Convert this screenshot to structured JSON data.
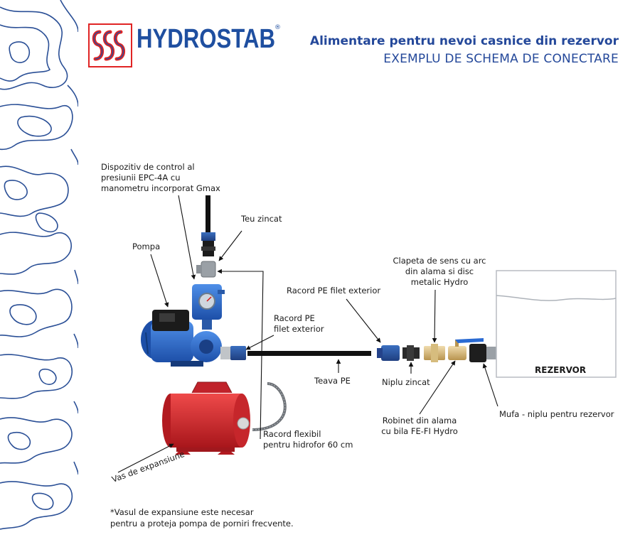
{
  "brand": {
    "name": "HYDROSTAB",
    "registered": "®",
    "accent_blue": "#1f4fa0",
    "accent_red": "#e02424"
  },
  "header": {
    "title": "Alimentare pentru nevoi casnice din rezervor",
    "subtitle": "EXEMPLU DE SCHEMA DE CONECTARE"
  },
  "labels": {
    "control_device": [
      "Dispozitiv de control al",
      "presiunii EPC-4A cu",
      "manometru incorporat Gmax"
    ],
    "tee": "Teu zincat",
    "pump": "Pompa",
    "racord_pe_left": [
      "Racord PE",
      "filet exterior"
    ],
    "racord_pe_right": "Racord PE filet exterior",
    "check_valve": [
      "Clapeta de sens cu arc",
      "din alama si disc",
      "metalic Hydro"
    ],
    "pe_pipe": "Teava PE",
    "nipple": "Niplu zincat",
    "ball_valve": [
      "Robinet din alama",
      "cu bila FE-FI Hydro"
    ],
    "tank_socket": "Mufa - niplu pentru rezervor",
    "flex_hose": [
      "Racord flexibil",
      "pentru hidrofor 60 cm"
    ],
    "expansion_vessel": "Vas de expansiune",
    "tank": "REZERVOR"
  },
  "footnote": [
    "*Vasul de expansiune este necesar",
    "pentru a proteja pompa de porniri frecvente."
  ],
  "colors": {
    "pump_blue": "#2b6fd6",
    "vessel_red": "#d8262c",
    "pipe_black": "#111111",
    "fitting_blue": "#2a5aa8",
    "brass": "#d8b878"
  }
}
